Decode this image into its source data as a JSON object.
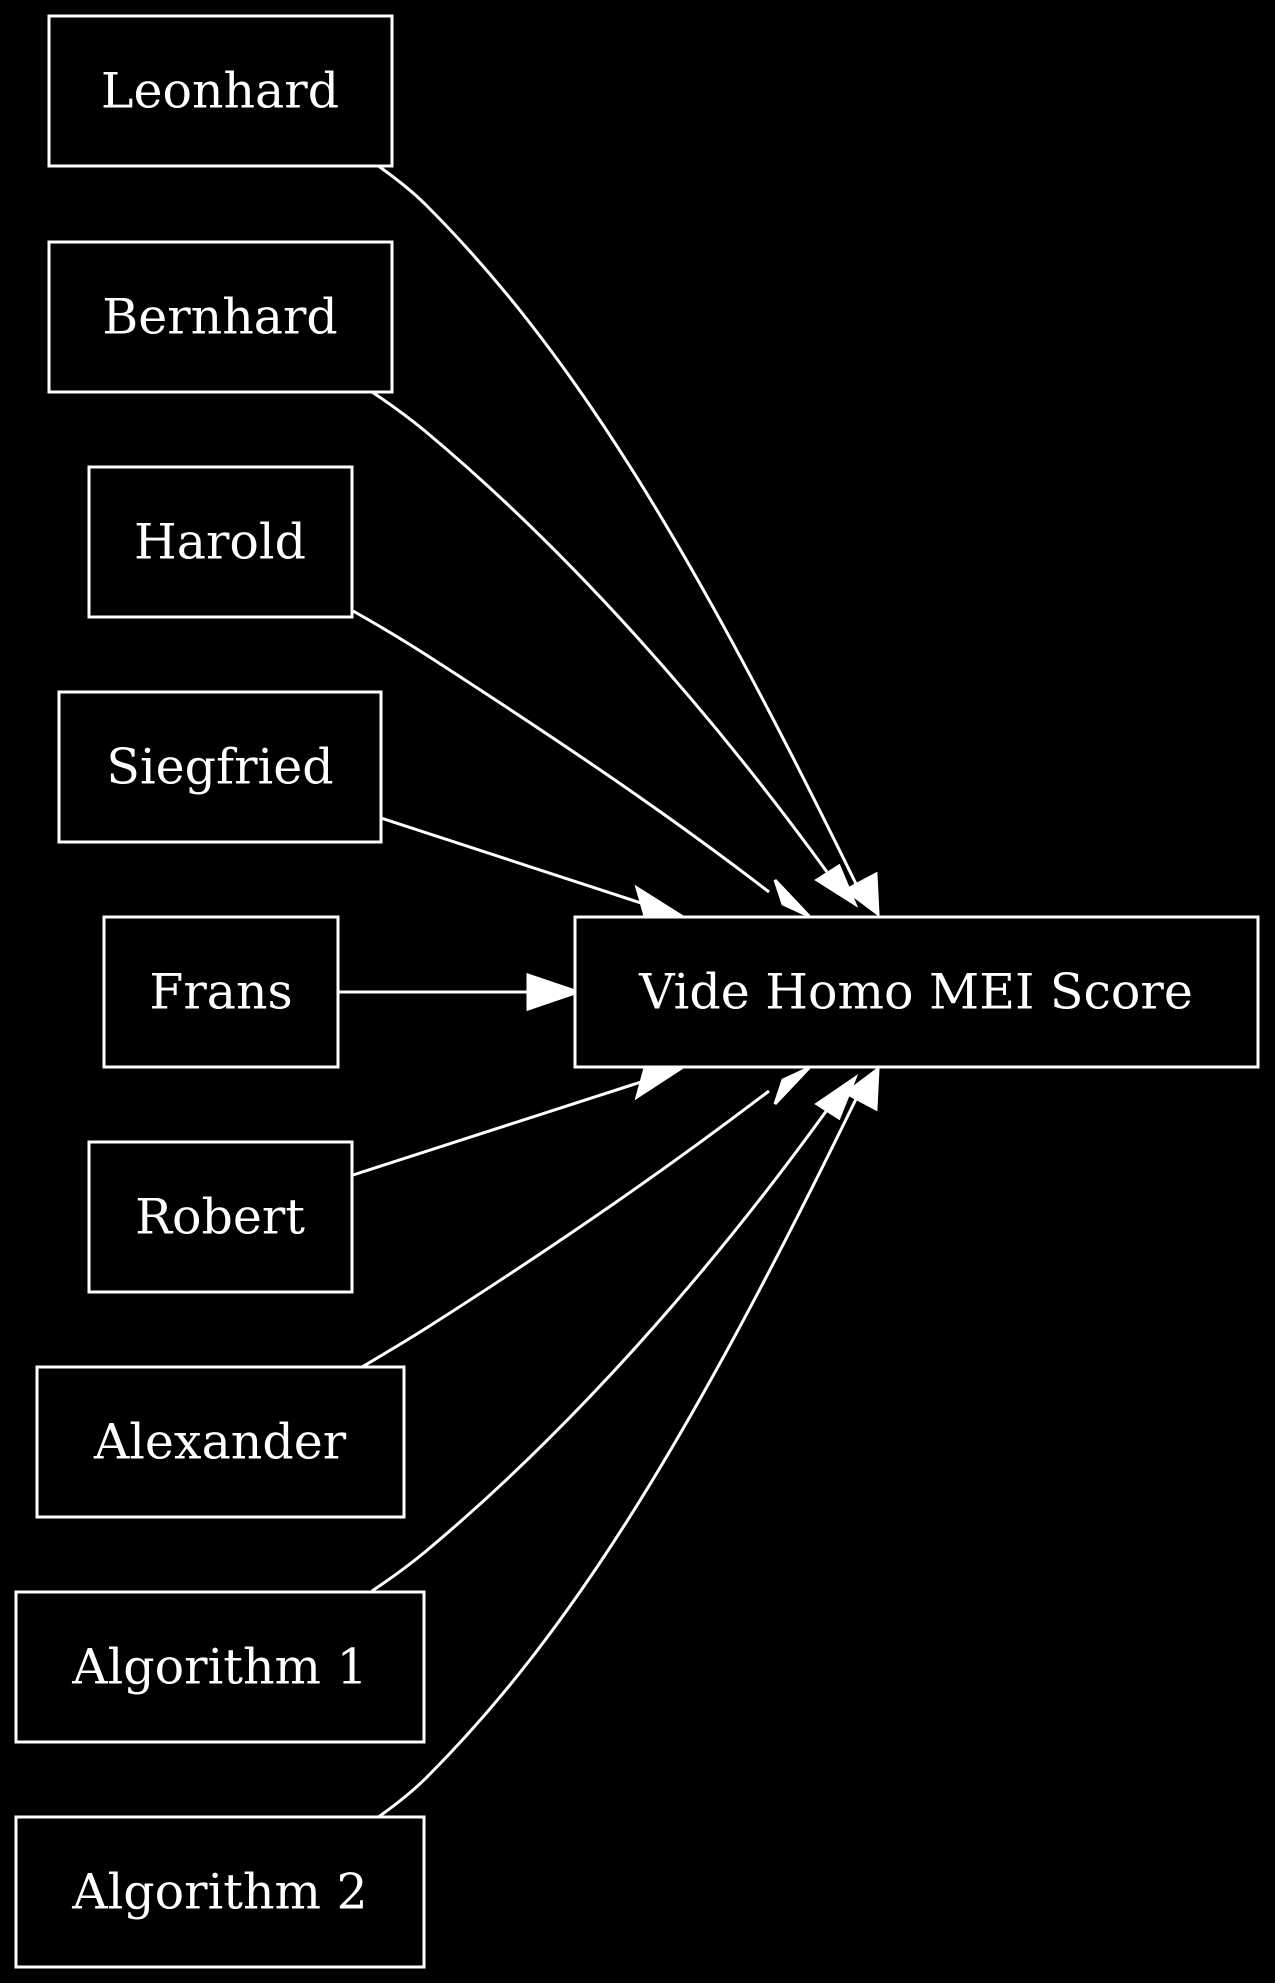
{
  "diagram": {
    "target": {
      "id": "score",
      "label": "Vide Homo MEI Score"
    },
    "sources": [
      {
        "id": "leonhard",
        "label": "Leonhard"
      },
      {
        "id": "bernhard",
        "label": "Bernhard"
      },
      {
        "id": "harold",
        "label": "Harold"
      },
      {
        "id": "siegfried",
        "label": "Siegfried"
      },
      {
        "id": "frans",
        "label": "Frans"
      },
      {
        "id": "robert",
        "label": "Robert"
      },
      {
        "id": "alexander",
        "label": "Alexander"
      },
      {
        "id": "algorithm1",
        "label": "Algorithm 1"
      },
      {
        "id": "algorithm2",
        "label": "Algorithm 2"
      }
    ],
    "edges": [
      {
        "from": "leonhard",
        "to": "score"
      },
      {
        "from": "bernhard",
        "to": "score"
      },
      {
        "from": "harold",
        "to": "score"
      },
      {
        "from": "siegfried",
        "to": "score"
      },
      {
        "from": "frans",
        "to": "score"
      },
      {
        "from": "robert",
        "to": "score"
      },
      {
        "from": "alexander",
        "to": "score"
      },
      {
        "from": "algorithm1",
        "to": "score"
      },
      {
        "from": "algorithm2",
        "to": "score"
      }
    ],
    "colors": {
      "background": "#000000",
      "foreground": "#ffffff"
    }
  }
}
